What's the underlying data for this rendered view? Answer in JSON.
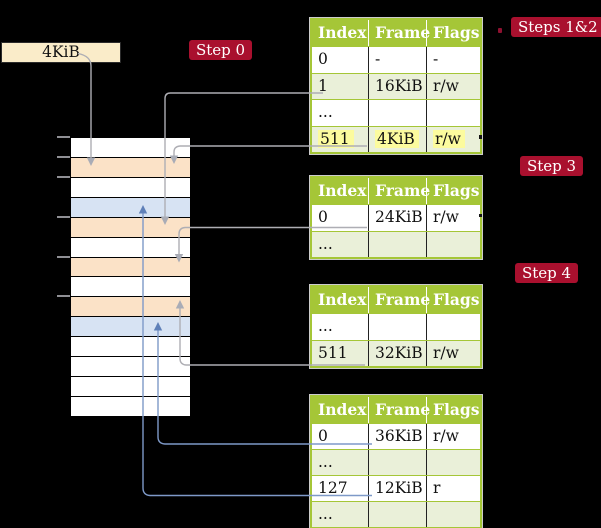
{
  "title": "Recursive page table translation diagram",
  "frame_box": {
    "label": "4KiB"
  },
  "step_labels": [
    {
      "id": "step0",
      "text": "Step 0"
    },
    {
      "id": "steps12",
      "text": "Steps 1&2"
    },
    {
      "id": "step3",
      "text": "Step 3"
    },
    {
      "id": "step4",
      "text": "Step 4"
    }
  ],
  "memory": {
    "description": "physical memory column, 14 frame rows top to bottom",
    "rows": [
      "white",
      "orange",
      "white",
      "blue",
      "orange",
      "white",
      "orange",
      "white",
      "orange",
      "blue",
      "white",
      "white",
      "white",
      "white"
    ]
  },
  "tables": [
    {
      "name": "page-table-steps-1-2",
      "headers": [
        "Index",
        "Frame",
        "Flags"
      ],
      "rows": [
        {
          "cells": [
            "0",
            "-",
            "-"
          ],
          "highlight": false
        },
        {
          "cells": [
            "1",
            "16KiB",
            "r/w"
          ],
          "highlight": false
        },
        {
          "cells": [
            "...",
            "",
            ""
          ],
          "highlight": false
        },
        {
          "cells": [
            "511",
            "4KiB",
            "r/w"
          ],
          "highlight": true
        }
      ]
    },
    {
      "name": "page-table-step-3",
      "headers": [
        "Index",
        "Frame",
        "Flags"
      ],
      "rows": [
        {
          "cells": [
            "0",
            "24KiB",
            "r/w"
          ],
          "highlight": false
        },
        {
          "cells": [
            "...",
            "",
            ""
          ],
          "highlight": false
        }
      ]
    },
    {
      "name": "page-table-step-4",
      "headers": [
        "Index",
        "Frame",
        "Flags"
      ],
      "rows": [
        {
          "cells": [
            "...",
            "",
            ""
          ],
          "highlight": false
        },
        {
          "cells": [
            "511",
            "32KiB",
            "r/w"
          ],
          "highlight": false
        }
      ]
    },
    {
      "name": "page-table-final",
      "headers": [
        "Index",
        "Frame",
        "Flags"
      ],
      "rows": [
        {
          "cells": [
            "0",
            "36KiB",
            "r/w"
          ],
          "highlight": false
        },
        {
          "cells": [
            "...",
            "",
            ""
          ],
          "highlight": false
        },
        {
          "cells": [
            "127",
            "12KiB",
            "r"
          ],
          "highlight": false
        },
        {
          "cells": [
            "...",
            "",
            ""
          ],
          "highlight": false
        }
      ]
    }
  ],
  "colors": {
    "table_green": "#A5C637",
    "row_pale_green": "#EAF0D9",
    "memory_orange": "#FBE2C7",
    "memory_blue": "#D7E3F3",
    "highlight_yellow": "#FCFB9E",
    "label_red": "#A9102E",
    "frame_box_cream": "#FAECC9",
    "connector_gray": "#AEAEB4",
    "connector_blue": "#7E99C8"
  }
}
